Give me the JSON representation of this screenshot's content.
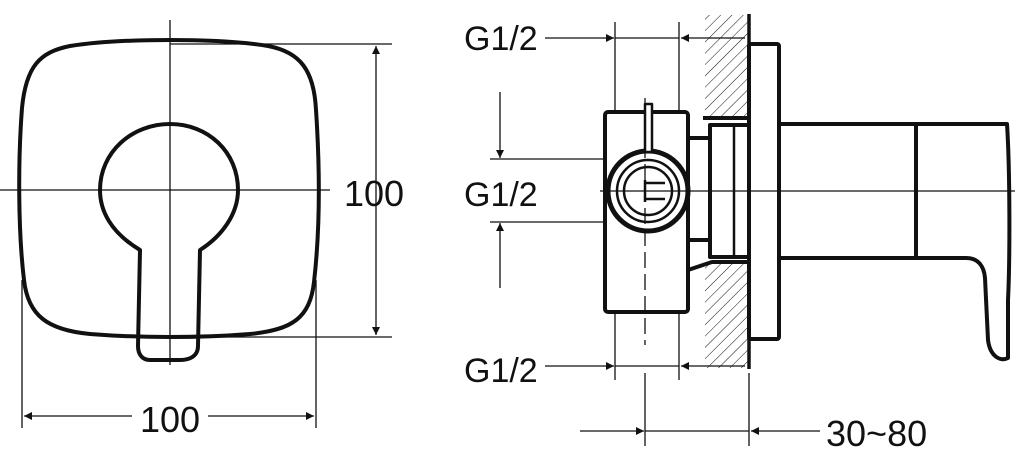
{
  "front_view": {
    "width_label": "100",
    "height_label": "100"
  },
  "side_view": {
    "top_connection_label": "G1/2",
    "middle_connection_label": "G1/2",
    "bottom_connection_label": "G1/2",
    "depth_label": "30~80"
  },
  "colors": {
    "ink": "#111111",
    "background": "#ffffff"
  }
}
